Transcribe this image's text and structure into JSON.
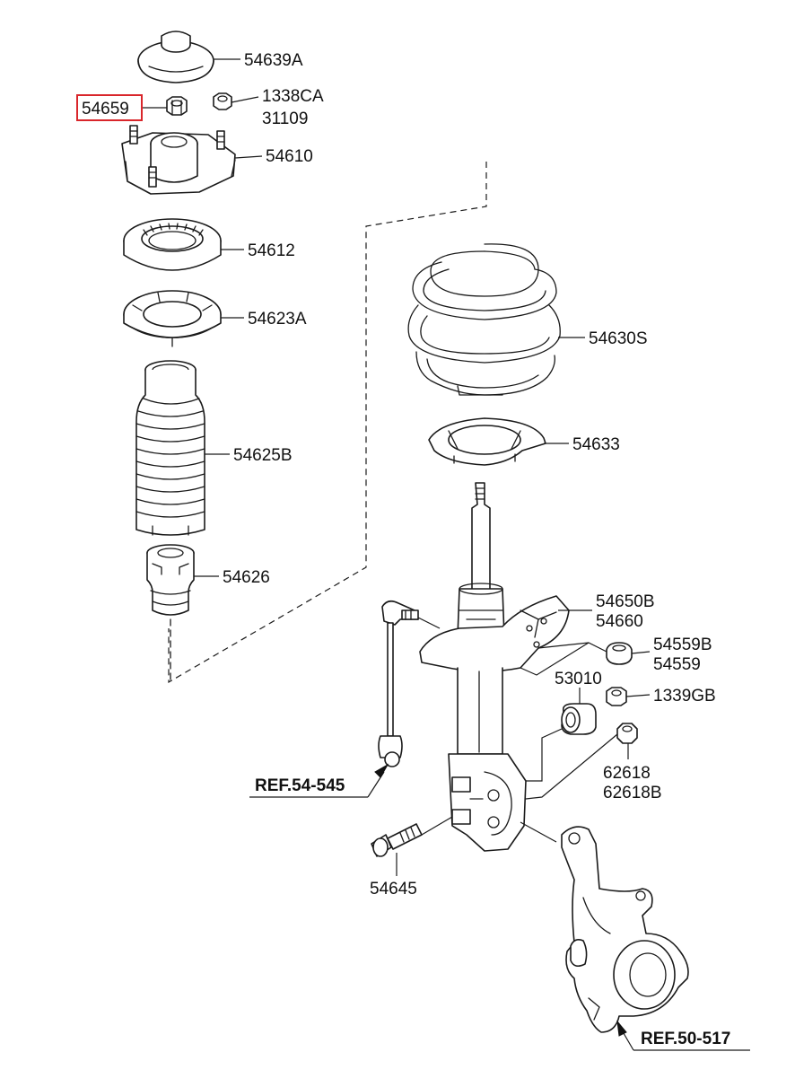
{
  "labels": {
    "cap": "54639A",
    "strut_nut": "54659",
    "mount_nut": "1338CA",
    "mount_nut_alt": "31109",
    "insulator": "54610",
    "bearing": "54612",
    "spring_pad_upper": "54623A",
    "dust_cover": "54625B",
    "bumper": "54626",
    "coil_spring": "54630S",
    "spring_pad_lower": "54633",
    "strut_left": "54650B",
    "strut_right": "54660",
    "flange_nut": "54559B",
    "flange_nut_alt": "54559",
    "bushing": "53010",
    "nut_1339": "1339GB",
    "washer": "62618",
    "washer_alt": "62618B",
    "bolt": "54645",
    "ref_stabilizer": "REF.54-545",
    "ref_knuckle": "REF.50-517"
  },
  "colors": {
    "highlight": "#d9262b",
    "ink": "#1a1a1a"
  }
}
